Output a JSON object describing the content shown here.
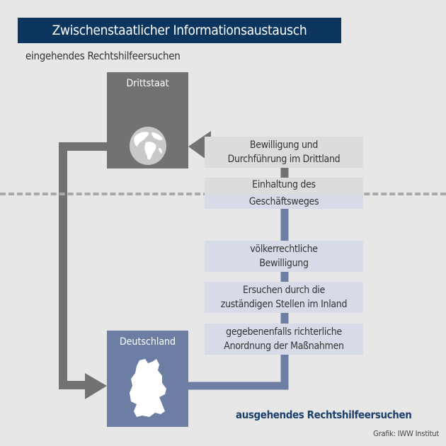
{
  "title": "Zwischenstaatlicher Informationsaustausch",
  "incoming_label": "eingehendes Rechtshilfeersuchen",
  "outgoing_label": "ausgehendes Rechtshilfeersuchen",
  "credit": "Grafik: IWW Institut",
  "nodes": {
    "third_country": {
      "label": "Drittstaat",
      "icon": "globe-icon",
      "color": "#727273"
    },
    "germany": {
      "label": "Deutschland",
      "icon": "germany-map-icon",
      "color": "#6c7ea3"
    }
  },
  "steps": [
    {
      "label": "Bewilligung und\nDurchführung im Drittland"
    },
    {
      "label": "Einhaltung des\nGeschäftsweges"
    },
    {
      "label": "völkerrechtliche\nBewilligung"
    },
    {
      "label": "Ersuchen durch die\nzuständigen Stellen im Inland"
    },
    {
      "label": "gegebenenfalls richterliche\nAnordnung der Maßnahmen"
    }
  ],
  "colors": {
    "title_bg": "#0d365f",
    "incoming_arrow": "#727273",
    "outgoing_arrow": "#6c7ea3",
    "border_line": "#a9a9aa"
  }
}
